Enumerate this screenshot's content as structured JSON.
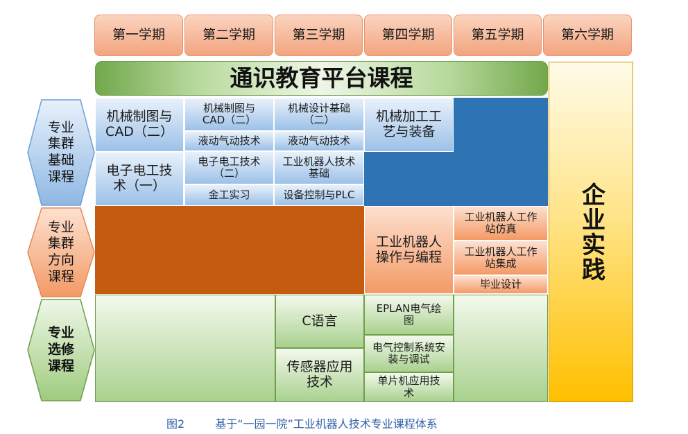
{
  "semesters": [
    "第一学期",
    "第二学期",
    "第三学期",
    "第四学期",
    "第五学期",
    "第六学期"
  ],
  "general_platform": "通识教育平台课程",
  "enterprise_practice": "企业实践",
  "row_labels": {
    "foundation": "专业集群基础课程",
    "direction": "专业集群方向课程",
    "elective": "专业选修课程"
  },
  "foundation_courses": {
    "mech_drawing_1": "机械制图与CAD（二）",
    "mech_drawing_2": "机械制图与CAD（二）",
    "mech_design": "机械设计基础（二）",
    "mech_processing": "机械加工工艺与装备",
    "hydraulic_1": "液动气动技术",
    "hydraulic_2": "液动气动技术",
    "electronics_1": "电子电工技术（一）",
    "electronics_2": "电子电工技术（二）",
    "robot_basics": "工业机器人技术基础",
    "metal_practice": "金工实习",
    "plc": "设备控制与PLC"
  },
  "direction_courses": {
    "robot_operation": "工业机器人操作与编程",
    "station_sim": "工业机器人工作站仿真",
    "station_integration": "工业机器人工作站集成",
    "graduation": "毕业设计"
  },
  "elective_courses": {
    "c_language": "C语言",
    "sensor": "传感器应用技术",
    "eplan": "EPLAN电气绘图",
    "electrical_install": "电气控制系统安装与调试",
    "mcu": "单片机应用技术"
  },
  "caption": {
    "figure_no": "图2",
    "title": "基于“一园一院”工业机器人技术专业课程体系"
  },
  "colors": {
    "semester_fill": "#f4b183",
    "platform_green": "#a9d18e",
    "practice_yellow": "#ffc000",
    "foundation_blue": "#9dc3e6",
    "foundation_blue_dark": "#2e74b5",
    "direction_orange": "#f4b183",
    "direction_orange_dark": "#c55a11",
    "elective_green": "#c5e0b4",
    "caption_blue": "#2f5ea8"
  }
}
